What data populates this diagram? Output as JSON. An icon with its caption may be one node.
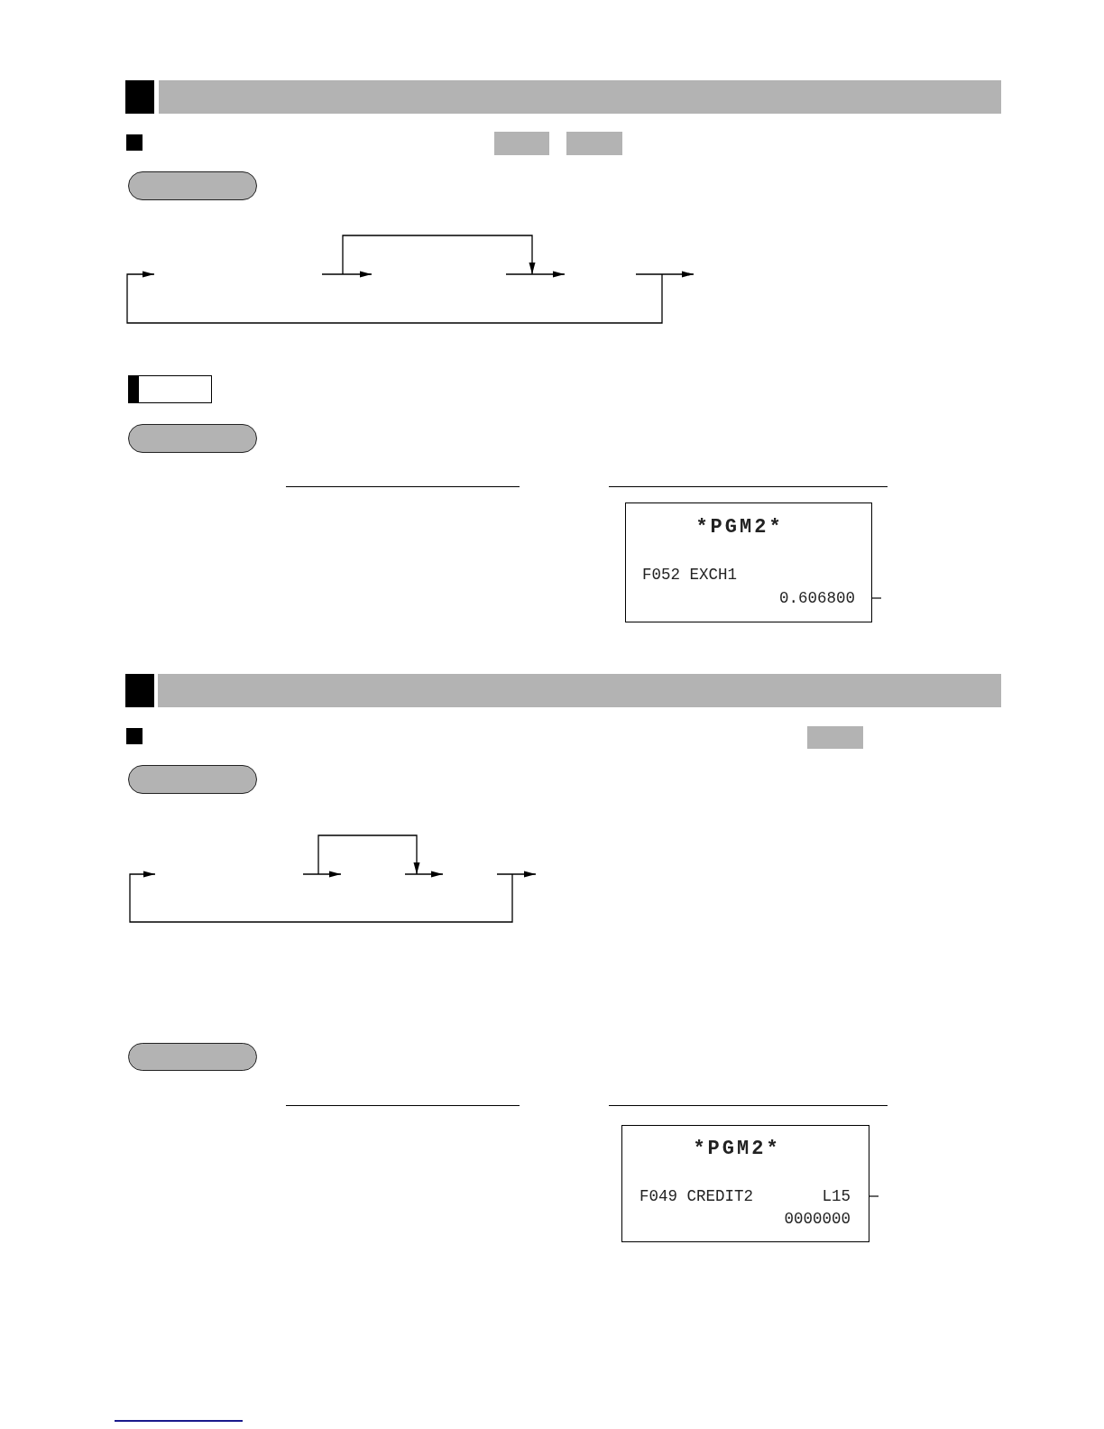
{
  "diagram": {
    "nodes": [
      {
        "text": [],
        "shape": "box"
      },
      {
        "text": [],
        "shape": "box"
      },
      {
        "text": [],
        "shape": "box"
      },
      {
        "text": [
          "*PGM2*",
          "F052 EXCH1"
        ]
      },
      {
        "text": [
          "0.606800"
        ],
        "in": 3
      },
      {
        "text": [],
        "shape": "box"
      },
      {
        "text": [],
        "shape": "box"
      },
      {
        "text": [
          "*PGM2*",
          "F049 CREDIT2",
          "0000000"
        ]
      },
      {
        "text": [
          "L15"
        ],
        "in": 7
      }
    ],
    "edges": [
      {
        "from": 4,
        "to": null,
        "arrow": "none"
      },
      {
        "from": 8,
        "to": null,
        "arrow": "none"
      }
    ]
  }
}
